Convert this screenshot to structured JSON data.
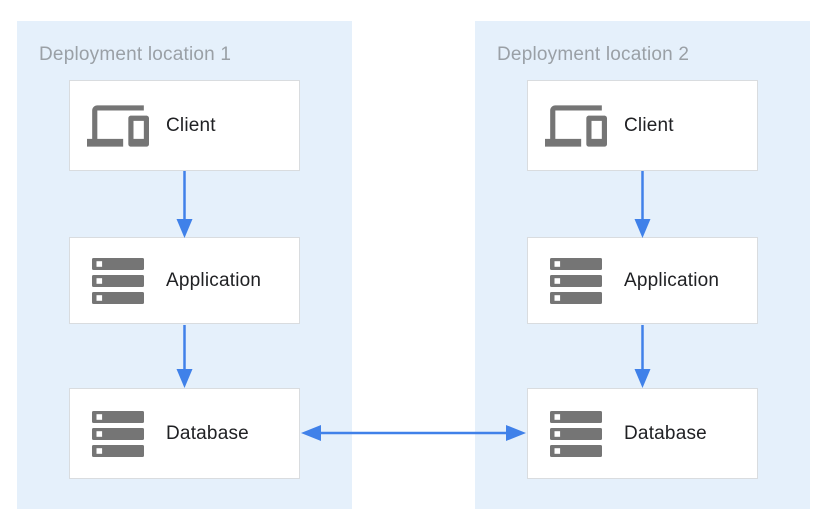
{
  "diagram": {
    "panels": [
      {
        "title": "Deployment location 1",
        "nodes": [
          {
            "id": "client-1",
            "label": "Client",
            "icon": "devices-icon"
          },
          {
            "id": "application-1",
            "label": "Application",
            "icon": "server-stack-icon"
          },
          {
            "id": "database-1",
            "label": "Database",
            "icon": "server-stack-icon"
          }
        ]
      },
      {
        "title": "Deployment location 2",
        "nodes": [
          {
            "id": "client-2",
            "label": "Client",
            "icon": "devices-icon"
          },
          {
            "id": "application-2",
            "label": "Application",
            "icon": "server-stack-icon"
          },
          {
            "id": "database-2",
            "label": "Database",
            "icon": "server-stack-icon"
          }
        ]
      }
    ],
    "edges": [
      {
        "from": "client-1",
        "to": "application-1",
        "direction": "down"
      },
      {
        "from": "application-1",
        "to": "database-1",
        "direction": "down"
      },
      {
        "from": "client-2",
        "to": "application-2",
        "direction": "down"
      },
      {
        "from": "application-2",
        "to": "database-2",
        "direction": "down"
      },
      {
        "from": "database-1",
        "to": "database-2",
        "direction": "bidirectional"
      }
    ],
    "colors": {
      "page_bg": "#FFFFFF",
      "panel_bg": "#E5F0FB",
      "box_bg": "#FFFFFF",
      "box_border": "#D9DCDF",
      "icon_gray": "#757575",
      "title_gray": "#9AA0A6",
      "label_text": "#202124",
      "arrow": "#4081E9"
    }
  }
}
